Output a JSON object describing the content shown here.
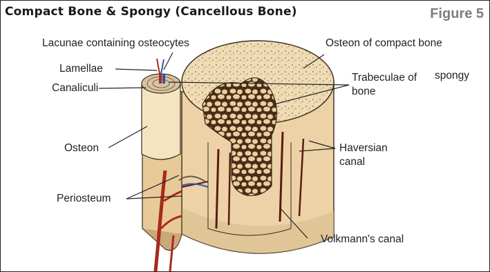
{
  "header": {
    "title": "Compact Bone & Spongy (Cancellous Bone)",
    "figure_label": "Figure 5"
  },
  "labels": {
    "lacunae": "Lacunae containing osteocytes",
    "lamellae": "Lamellae",
    "canaliculi": "Canaliculi",
    "osteon": "Osteon",
    "periosteum": "Periosteum",
    "osteon_compact": "Osteon of compact bone",
    "trabeculae_1": "Trabeculae of",
    "trabeculae_spongy": "spongy",
    "trabeculae_2": "bone",
    "haversian_1": "Haversian",
    "haversian_2": "canal",
    "volkmann": "Volkmann's canal"
  },
  "colors": {
    "bone": "#f1ddb6",
    "bone_dark": "#d9bc8d",
    "spongy": "#5a3a22",
    "vessel_red": "#a62a1d",
    "vessel_blue": "#2f55a8",
    "outline": "#3a2a1a",
    "label_text": "#222222",
    "figure_label": "#7d7d7d"
  }
}
